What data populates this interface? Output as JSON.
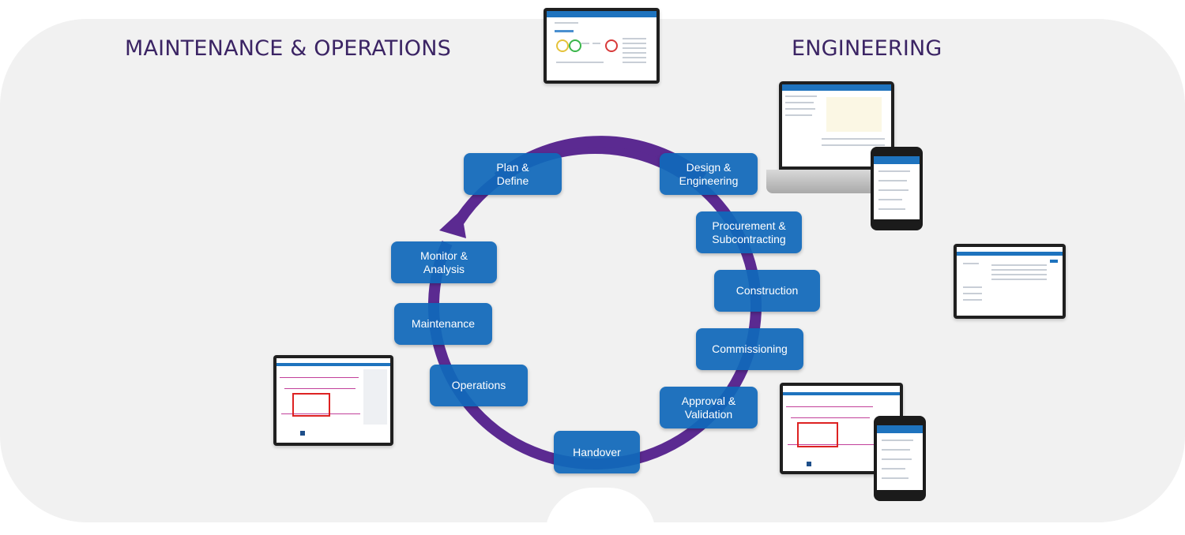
{
  "sections": {
    "left_title": "MAINTENANCE & OPERATIONS",
    "right_title": "ENGINEERING"
  },
  "colors": {
    "title": "#3b2464",
    "arc": "#5b2a91",
    "stage_fill": "#1068ba",
    "panel_bg": "#f1f1f1"
  },
  "cycle": {
    "direction": "clockwise",
    "stages": [
      {
        "id": "plan-define",
        "label": "Plan &\nDefine",
        "group": "maintenance-operations"
      },
      {
        "id": "design-engineering",
        "label": "Design &\nEngineering",
        "group": "engineering"
      },
      {
        "id": "procurement-subcontracting",
        "label": "Procurement &\nSubcontracting",
        "group": "engineering"
      },
      {
        "id": "construction",
        "label": "Construction",
        "group": "engineering"
      },
      {
        "id": "commissioning",
        "label": "Commissioning",
        "group": "engineering"
      },
      {
        "id": "approval-validation",
        "label": "Approval &\nValidation",
        "group": "engineering"
      },
      {
        "id": "handover",
        "label": "Handover",
        "group": "shared"
      },
      {
        "id": "operations",
        "label": "Operations",
        "group": "maintenance-operations"
      },
      {
        "id": "maintenance",
        "label": "Maintenance",
        "group": "maintenance-operations"
      },
      {
        "id": "monitor-analysis",
        "label": "Monitor &\nAnalysis",
        "group": "maintenance-operations"
      }
    ]
  },
  "devices": [
    {
      "id": "dashboard-tablet",
      "type": "tablet",
      "content": "dashboard"
    },
    {
      "id": "laptop-workflow",
      "type": "laptop",
      "content": "workflow diagram"
    },
    {
      "id": "phone-engineering",
      "type": "phone",
      "content": "list"
    },
    {
      "id": "tablet-table",
      "type": "tablet",
      "content": "table"
    },
    {
      "id": "tablet-drawing-left",
      "type": "tablet",
      "content": "floor plan drawing"
    },
    {
      "id": "tablet-drawing-right",
      "type": "tablet",
      "content": "floor plan drawing"
    },
    {
      "id": "phone-bottom",
      "type": "phone",
      "content": "list"
    }
  ]
}
